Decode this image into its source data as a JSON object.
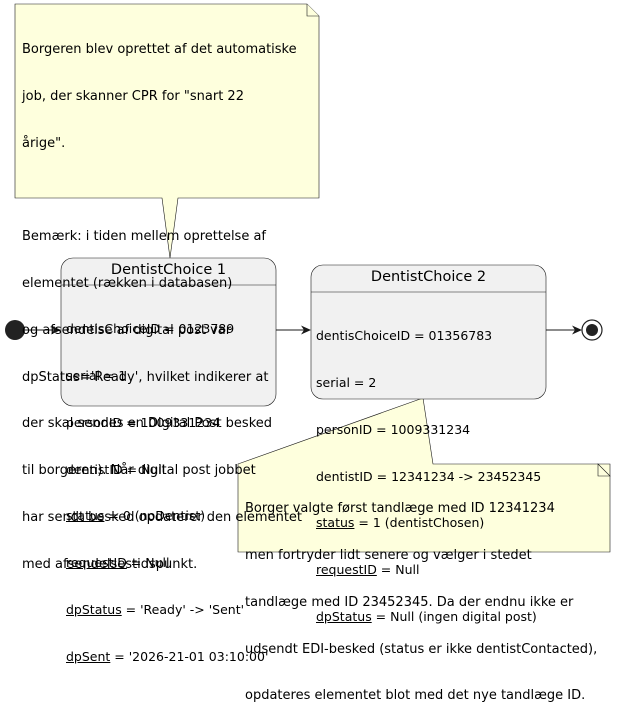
{
  "note_top": {
    "lines": [
      "Borgeren blev oprettet af det automatiske",
      "job, der skanner CPR for \"snart 22",
      "årige\".",
      "",
      "Bemærk: i tiden mellem oprettelse af",
      "elementet (rækken i databasen)",
      "og afsendelse af digital post var",
      "dpStatus='Ready', hvilket indikerer at",
      "der skal sendes en Digital Post besked",
      "til borgeren). Når digital post jobbet",
      "har sendt besked opdaterer den elementet",
      "med afsendelsestidspunkt."
    ]
  },
  "state1": {
    "title": "DentistChoice 1",
    "fields": [
      {
        "name": "dentisChoiceID",
        "rest": " = 0123789"
      },
      {
        "name": "serial",
        "rest": " = 1"
      },
      {
        "name": "personID",
        "rest": " = 1009331234"
      },
      {
        "name": "dentistID",
        "rest": " = Null"
      },
      {
        "name": "status",
        "rest": " = 0 (noDentist)"
      },
      {
        "name": "requestID",
        "rest": " = Null"
      },
      {
        "name": "dpStatus",
        "rest": " = 'Ready' -> 'Sent'"
      },
      {
        "name": "dpSent",
        "rest": " = '2026-21-01 03:10:00'"
      }
    ]
  },
  "state2": {
    "title": "DentistChoice 2",
    "fields": [
      {
        "name": "dentisChoiceID",
        "rest": " = 01356783"
      },
      {
        "name": "serial",
        "rest": " = 2"
      },
      {
        "name": "personID",
        "rest": " = 1009331234"
      },
      {
        "name": "dentistID",
        "rest": " = 12341234 -> 23452345"
      },
      {
        "name": "status",
        "rest": " = 1 (dentistChosen)"
      },
      {
        "name": "requestID",
        "rest": " = Null"
      },
      {
        "name": "dpStatus",
        "rest": " = Null (ingen digital post)"
      }
    ]
  },
  "note_bottom": {
    "lines": [
      "Borger valgte først tandlæge med ID 12341234",
      "men fortryder lidt senere og vælger i stedet",
      "tandlæge med ID 23452345. Da der endnu ikke er",
      "udsendt EDI-besked (status er ikke dentistContacted),",
      "opdateres elementet blot med det nye tandlæge ID."
    ]
  },
  "colors": {
    "note_fill": "#FEFFDD",
    "state_fill": "#F1F1F1",
    "stroke": "#181818"
  }
}
